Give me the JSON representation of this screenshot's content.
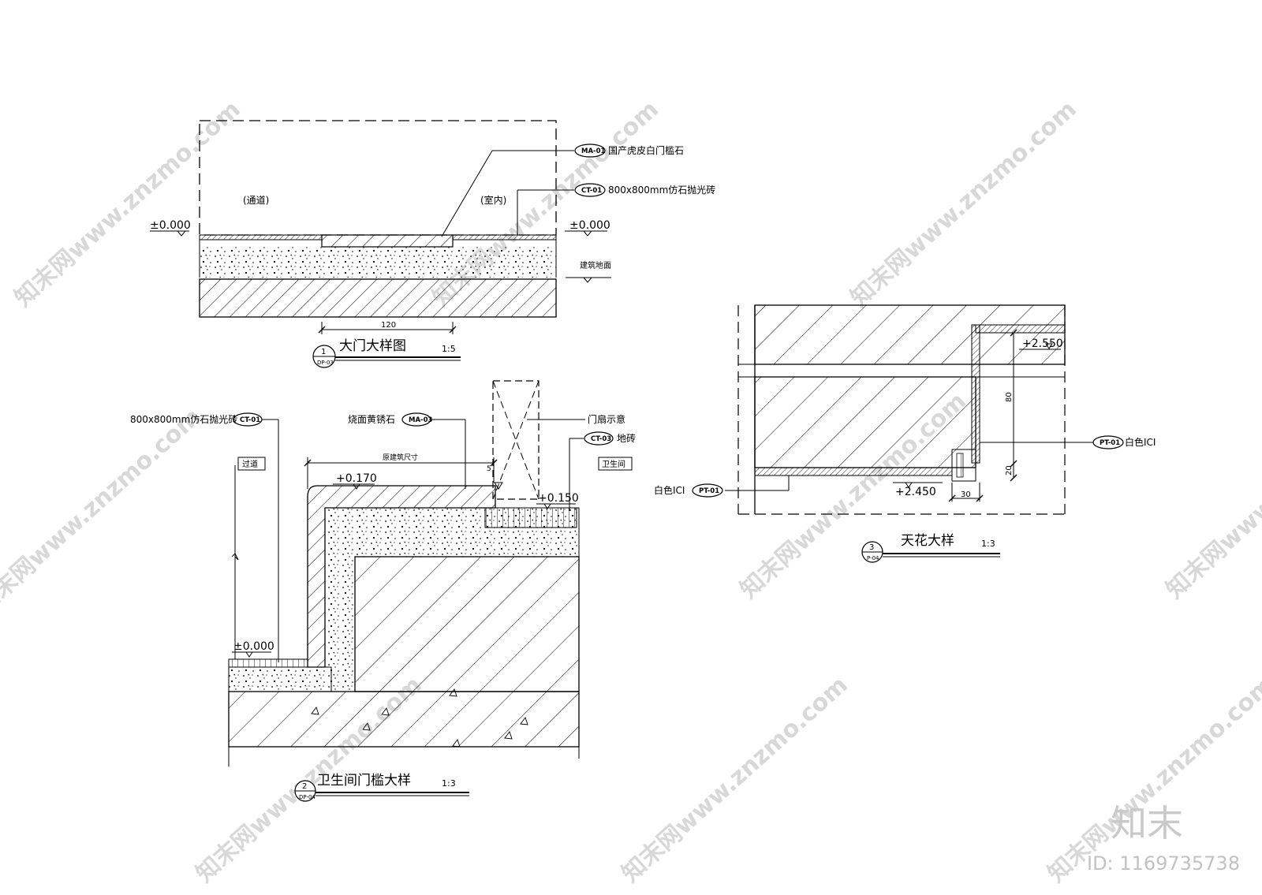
{
  "detail1": {
    "title": "大门大样图",
    "scale": "1:5",
    "num": "1",
    "ref": "DP-03",
    "left_zone": "(通道)",
    "right_zone": "(室内)",
    "level_left": "±0.000",
    "level_right": "±0.000",
    "level_building": "建筑地面",
    "dim_width": "120",
    "callouts": [
      {
        "tag": "MA-01",
        "text": "国产虎皮白门槛石"
      },
      {
        "tag": "CT-01",
        "text": "800x800mm仿石抛光砖"
      }
    ]
  },
  "detail2": {
    "title": "卫生间门槛大样",
    "scale": "1:3",
    "num": "2",
    "ref": "DP-04",
    "zone_left": "过道",
    "zone_right": "卫生间",
    "level_high": "+0.170",
    "level_right": "+0.150",
    "level_low": "±0.000",
    "dim_original": "原建筑尺寸",
    "dim_small": "5",
    "callouts": [
      {
        "tag": "CT-01",
        "text": "800x800mm仿石抛光砖"
      },
      {
        "tag": "MA-03",
        "text": "烧面黄锈石"
      },
      {
        "tag": "",
        "text": "门扇示意"
      },
      {
        "tag": "CT-03",
        "text": "地砖"
      }
    ]
  },
  "detail3": {
    "title": "天花大样",
    "scale": "1:3",
    "num": "3",
    "ref": "P-04",
    "level_top": "+2.550",
    "level_bottom": "+2.450",
    "dim_80": "80",
    "dim_20": "20",
    "dim_30": "30",
    "callouts": [
      {
        "tag": "PT-01",
        "text": "白色ICI"
      },
      {
        "tag": "PT-01",
        "text": "白色ICI"
      }
    ]
  },
  "watermark": {
    "logo": "知末",
    "id": "ID: 1169735738",
    "text": "知末网www.znzmo.com"
  }
}
